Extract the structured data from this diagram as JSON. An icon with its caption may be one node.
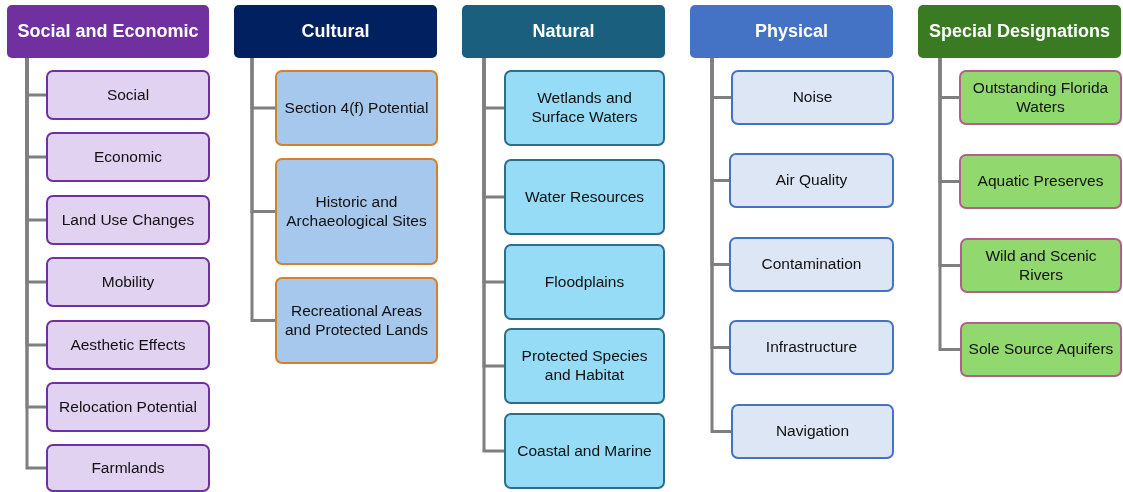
{
  "diagram": {
    "nodes": [
      {
        "text": [
          "Social and Economic"
        ]
      },
      {
        "text": [
          "Social"
        ]
      },
      {
        "text": [
          "Economic"
        ]
      },
      {
        "text": [
          "Land Use Changes"
        ]
      },
      {
        "text": [
          "Mobility"
        ]
      },
      {
        "text": [
          "Aesthetic Effects"
        ]
      },
      {
        "text": [
          "Relocation Potential"
        ]
      },
      {
        "text": [
          "Farmlands"
        ]
      },
      {
        "text": [
          "Cultural"
        ]
      },
      {
        "text": [
          "Section 4(f) Potential"
        ]
      },
      {
        "text": [
          "Historic and Archaeological Sites"
        ]
      },
      {
        "text": [
          "Recreational Areas and Protected Lands"
        ]
      },
      {
        "text": [
          "Natural"
        ]
      },
      {
        "text": [
          "Wetlands and Surface Waters"
        ]
      },
      {
        "text": [
          "Water Resources"
        ]
      },
      {
        "text": [
          "Floodplains"
        ]
      },
      {
        "text": [
          "Protected Species and Habitat"
        ]
      },
      {
        "text": [
          "Coastal and Marine"
        ]
      },
      {
        "text": [
          "Physical"
        ]
      },
      {
        "text": [
          "Noise"
        ]
      },
      {
        "text": [
          "Air Quality"
        ]
      },
      {
        "text": [
          "Contamination"
        ]
      },
      {
        "text": [
          "Infrastructure"
        ]
      },
      {
        "text": [
          "Navigation"
        ]
      },
      {
        "text": [
          "Special Designations"
        ]
      },
      {
        "text": [
          "Outstanding Florida Waters"
        ]
      },
      {
        "text": [
          "Aquatic Preserves"
        ]
      },
      {
        "text": [
          "Wild and Scenic Rivers"
        ]
      },
      {
        "text": [
          "Sole Source Aquifers"
        ]
      }
    ],
    "edges": [
      {
        "from": 0,
        "to": 1,
        "arrow": "none"
      },
      {
        "from": 0,
        "to": 2,
        "arrow": "none"
      },
      {
        "from": 0,
        "to": 3,
        "arrow": "none"
      },
      {
        "from": 0,
        "to": 4,
        "arrow": "none"
      },
      {
        "from": 0,
        "to": 5,
        "arrow": "none"
      },
      {
        "from": 0,
        "to": 6,
        "arrow": "none"
      },
      {
        "from": 0,
        "to": 7,
        "arrow": "none"
      },
      {
        "from": 8,
        "to": 9,
        "arrow": "none"
      },
      {
        "from": 8,
        "to": 10,
        "arrow": "none"
      },
      {
        "from": 8,
        "to": 11,
        "arrow": "none"
      },
      {
        "from": 12,
        "to": 13,
        "arrow": "none"
      },
      {
        "from": 12,
        "to": 14,
        "arrow": "none"
      },
      {
        "from": 12,
        "to": 15,
        "arrow": "none"
      },
      {
        "from": 12,
        "to": 16,
        "arrow": "none"
      },
      {
        "from": 12,
        "to": 17,
        "arrow": "none"
      },
      {
        "from": 18,
        "to": 19,
        "arrow": "none"
      },
      {
        "from": 18,
        "to": 20,
        "arrow": "none"
      },
      {
        "from": 18,
        "to": 21,
        "arrow": "none"
      },
      {
        "from": 18,
        "to": 22,
        "arrow": "none"
      },
      {
        "from": 18,
        "to": 23,
        "arrow": "none"
      },
      {
        "from": 24,
        "to": 25,
        "arrow": "none"
      },
      {
        "from": 24,
        "to": 26,
        "arrow": "none"
      },
      {
        "from": 24,
        "to": 27,
        "arrow": "none"
      },
      {
        "from": 24,
        "to": 28,
        "arrow": "none"
      }
    ]
  }
}
